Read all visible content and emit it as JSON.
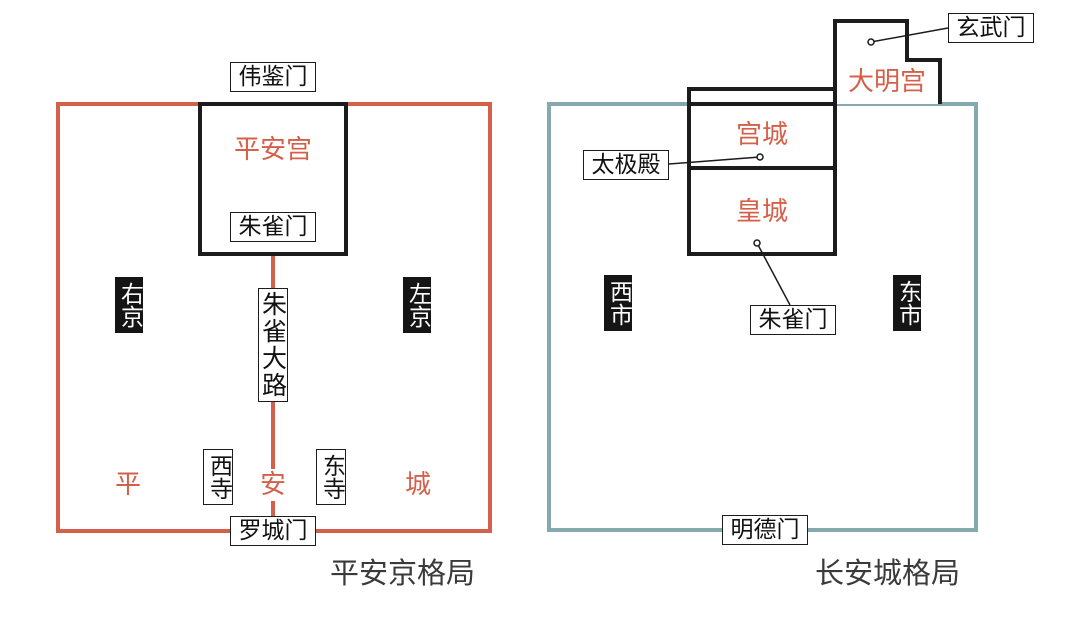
{
  "heian": {
    "caption": "平安京格局",
    "north_gate": "伟鉴门",
    "palace": "平安宫",
    "palace_gate": "朱雀门",
    "avenue": "朱雀大路",
    "districts": {
      "right": "右京",
      "left": "左京"
    },
    "temples": {
      "west": "西寺",
      "east": "东寺"
    },
    "city_chars": [
      "平",
      "安",
      "城"
    ],
    "south_gate": "罗城门"
  },
  "changan": {
    "caption": "长安城格局",
    "xuanwu_gate": "玄武门",
    "daming_palace": "大明宫",
    "palace_city": "宫城",
    "taiji_hall": "太极殿",
    "imperial_city": "皇城",
    "zhuque_gate": "朱雀门",
    "markets": {
      "west": "西市",
      "east": "东市"
    },
    "south_gate": "明德门"
  },
  "colors": {
    "heian": "#d5604a",
    "changan": "#84a9ae",
    "ink": "#1c1c1c",
    "label_red": "#d5604a",
    "caption": "#3a3a3a"
  }
}
